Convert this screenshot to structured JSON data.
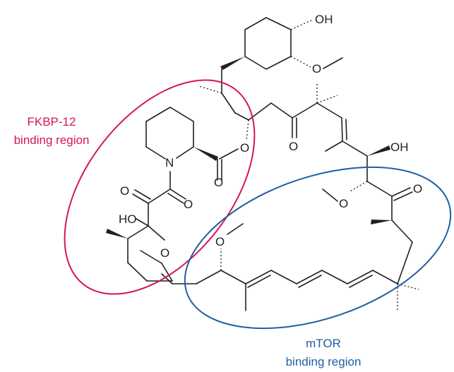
{
  "colors": {
    "bonds": "#231f20",
    "fkbp_region": "#d4145a",
    "mtor_region": "#1f5fa0"
  },
  "regions": {
    "fkbp": {
      "line1": "FKBP-12",
      "line2": "binding region"
    },
    "mtor": {
      "line1": "mTOR",
      "line2": "binding region"
    }
  },
  "atoms": {
    "oh_top": "OH",
    "o_methoxy_top": "O",
    "o_ester": "O",
    "o_ester_carbonyl": "O",
    "o_ketone_top": "O",
    "oh_right": "OH",
    "n_pip": "N",
    "o_keto1": "O",
    "o_keto2": "O",
    "ho_hemi": "HO",
    "o_pyran": "O",
    "o_methoxy_mid": "O",
    "o_ketone_right": "O",
    "o_methoxy_bottom": "O"
  }
}
